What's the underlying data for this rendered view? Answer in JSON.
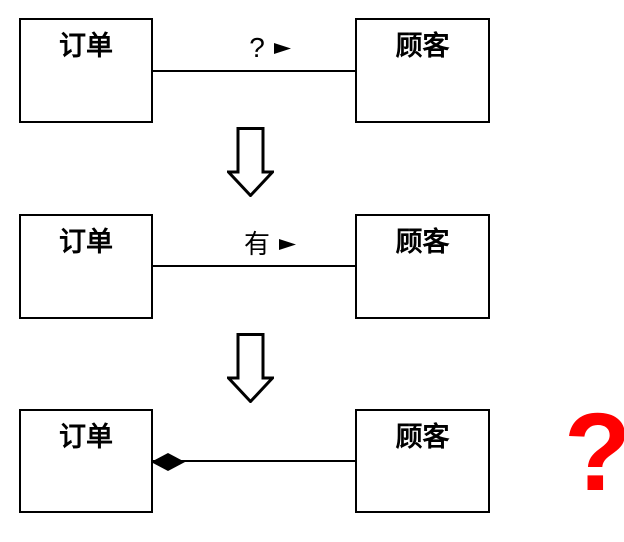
{
  "colors": {
    "background": "#ffffff",
    "shape_stroke": "#000000",
    "highlight_red": "#ff0000"
  },
  "rows": [
    {
      "left_box_label": "订单",
      "right_box_label": "顾客",
      "connector_label": "?",
      "reading_arrow_glyph": "►"
    },
    {
      "left_box_label": "订单",
      "right_box_label": "顾客",
      "connector_label": "有",
      "reading_arrow_glyph": "►"
    },
    {
      "left_box_label": "订单",
      "right_box_label": "顾客",
      "aggregation_marker": "filled-diamond"
    }
  ],
  "big_question_mark": "?"
}
